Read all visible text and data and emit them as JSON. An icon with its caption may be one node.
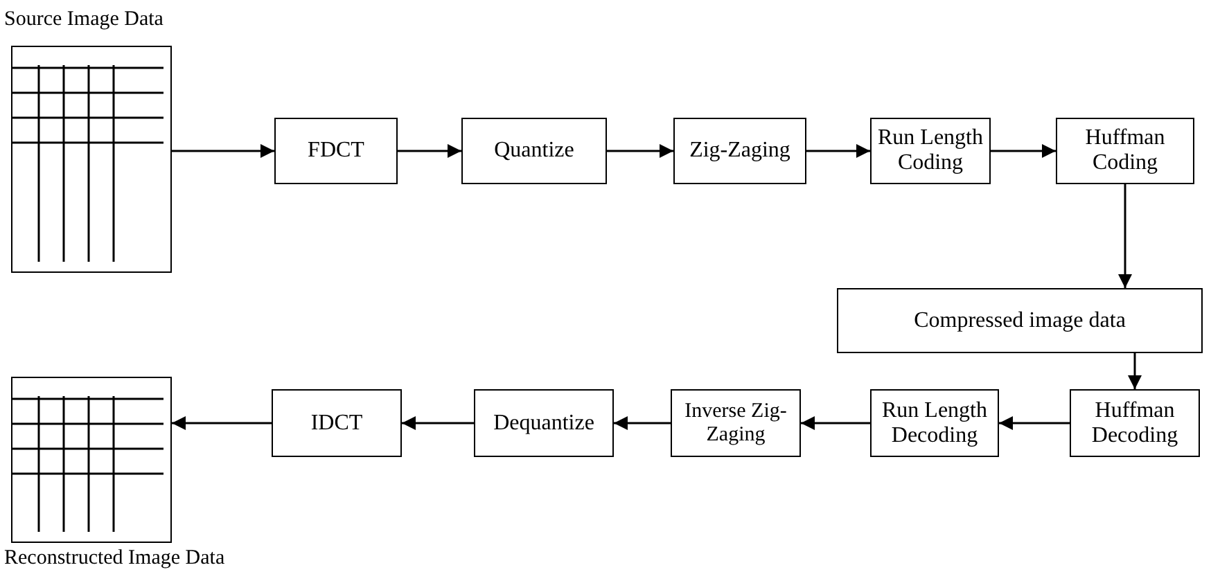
{
  "diagram": {
    "nodes": [
      {
        "text": [
          "Source Image Data"
        ]
      },
      {
        "text": [
          "FDCT"
        ]
      },
      {
        "text": [
          "Quantize"
        ]
      },
      {
        "text": [
          "Zig-Zaging"
        ]
      },
      {
        "text": [
          "Run Length Coding"
        ]
      },
      {
        "text": [
          "Huffman Coding"
        ]
      },
      {
        "text": [
          "Compressed image data"
        ]
      },
      {
        "text": [
          "Huffman Decoding"
        ]
      },
      {
        "text": [
          "Run Length Decoding"
        ]
      },
      {
        "text": [
          "Inverse Zig-Zaging"
        ]
      },
      {
        "text": [
          "Dequantize"
        ]
      },
      {
        "text": [
          "IDCT"
        ]
      },
      {
        "text": [
          "Reconstructed Image Data"
        ]
      }
    ],
    "edges": [
      {
        "from": 0,
        "to": 1,
        "arrow": "to"
      },
      {
        "from": 1,
        "to": 2,
        "arrow": "to"
      },
      {
        "from": 2,
        "to": 3,
        "arrow": "to"
      },
      {
        "from": 3,
        "to": 4,
        "arrow": "to"
      },
      {
        "from": 4,
        "to": 5,
        "arrow": "to"
      },
      {
        "from": 5,
        "to": 6,
        "arrow": "to"
      },
      {
        "from": 6,
        "to": 7,
        "arrow": "to"
      },
      {
        "from": 7,
        "to": 8,
        "arrow": "to"
      },
      {
        "from": 8,
        "to": 9,
        "arrow": "to"
      },
      {
        "from": 9,
        "to": 10,
        "arrow": "to"
      },
      {
        "from": 10,
        "to": 11,
        "arrow": "to"
      },
      {
        "from": 11,
        "to": 12,
        "arrow": "to"
      }
    ]
  }
}
